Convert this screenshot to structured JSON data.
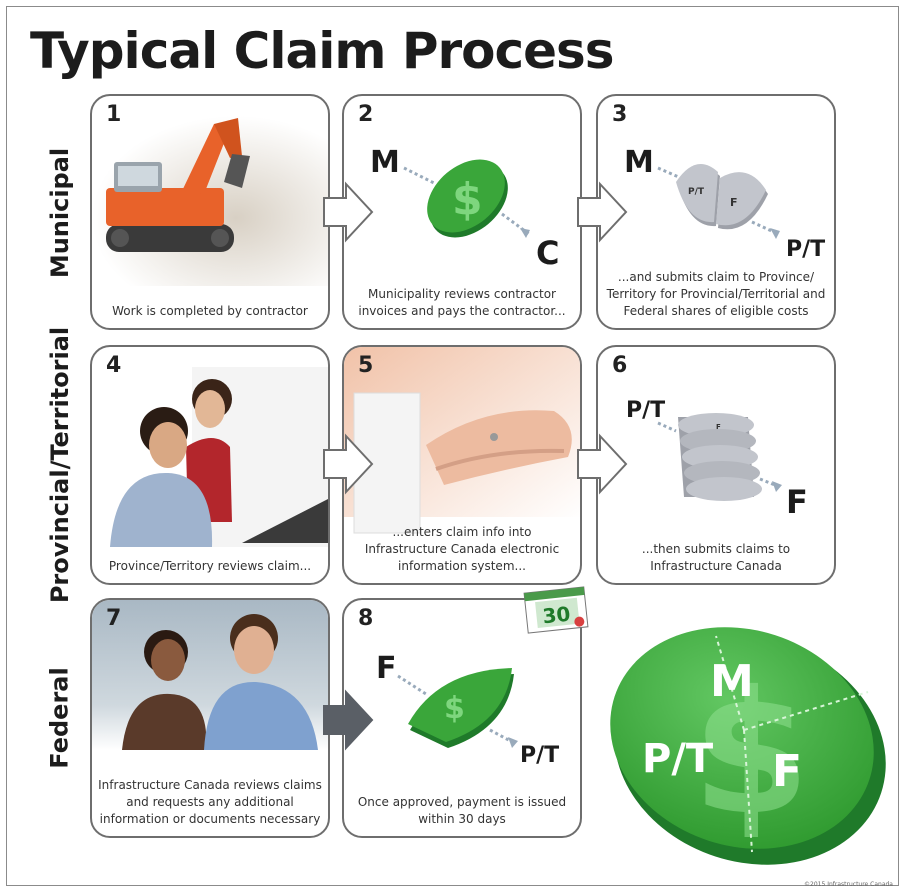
{
  "title": "Typical Claim Process",
  "rows": [
    {
      "label": "Municipal"
    },
    {
      "label": "Provincial/Territorial"
    },
    {
      "label": "Federal"
    }
  ],
  "steps": [
    {
      "num": "1",
      "caption": "Work is completed by contractor"
    },
    {
      "num": "2",
      "caption": "Municipality reviews contractor invoices and pays the contractor...",
      "from": "M",
      "to": "C"
    },
    {
      "num": "3",
      "caption": "...and submits claim to Province/ Territory for Provincial/Territorial and Federal shares of eligible costs",
      "from": "M",
      "to": "P/T",
      "slice_a": "P/T",
      "slice_b": "F"
    },
    {
      "num": "4",
      "caption": "Province/Territory reviews claim..."
    },
    {
      "num": "5",
      "caption": "...enters claim info into Infrastructure Canada electronic information system..."
    },
    {
      "num": "6",
      "caption": "...then submits claims to Infrastructure Canada",
      "from": "P/T",
      "to": "F",
      "slice_a": "F"
    },
    {
      "num": "7",
      "caption": "Infrastructure Canada reviews claims and requests any additional information or documents necessary"
    },
    {
      "num": "8",
      "caption": "Once approved, payment is issued within 30 days",
      "from": "F",
      "to": "P/T",
      "calendar": "30"
    }
  ],
  "big_coin": {
    "m": "M",
    "pt": "P/T",
    "f": "F"
  },
  "copyright": "©2015 Infrastructure Canada",
  "colors": {
    "coin_green": "#3aa63a",
    "coin_dark": "#1f7a2a",
    "excavator": "#e8622a",
    "slice_gray": "#b9bcc4",
    "border": "#6e6e6e"
  }
}
